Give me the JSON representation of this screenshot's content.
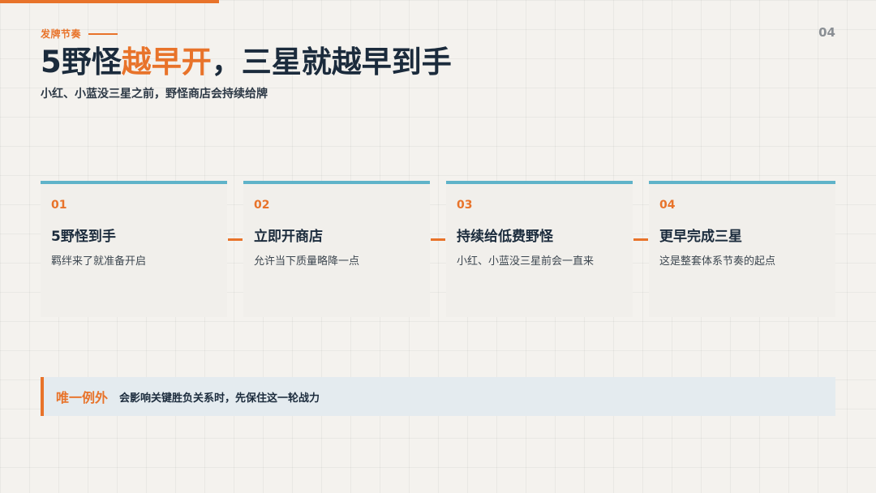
{
  "header": {
    "eyebrow": "发牌节奏",
    "page_number": "04",
    "title_part1": "5野怪",
    "title_accent": "越早开",
    "title_part2": "，三星就越早到手",
    "subtitle": "小红、小蓝没三星之前，野怪商店会持续给牌"
  },
  "cards": [
    {
      "num": "01",
      "title": "5野怪到手",
      "desc": "羁绊来了就准备开启"
    },
    {
      "num": "02",
      "title": "立即开商店",
      "desc": "允许当下质量略降一点"
    },
    {
      "num": "03",
      "title": "持续给低费野怪",
      "desc": "小红、小蓝没三星前会一直来"
    },
    {
      "num": "04",
      "title": "更早完成三星",
      "desc": "这是整套体系节奏的起点"
    }
  ],
  "callout": {
    "label": "唯一例外",
    "text": "会影响关键胜负关系时，先保住这一轮战力"
  },
  "colors": {
    "accent": "#e8732a",
    "card_border": "#5fb3c9",
    "title": "#1b2b3c",
    "background": "#f4f2ee",
    "callout_bg": "#e4ebef"
  }
}
